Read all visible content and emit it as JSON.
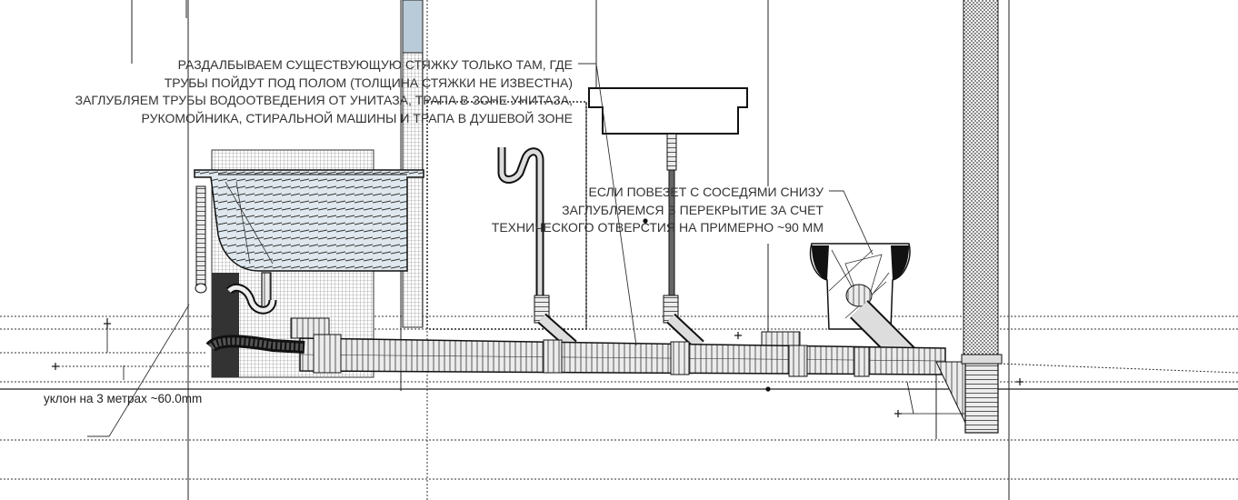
{
  "annotations": {
    "screed_note": {
      "lines": [
        "РАЗДАЛБЫВАЕМ СУЩЕСТВУЮЩУЮ СТЯЖКУ ТОЛЬКО ТАМ, ГДЕ",
        "ТРУБЫ ПОЙДУТ ПОД ПОЛОМ (ТОЛЩИНА СТЯЖКИ НЕ ИЗВЕСТНА)",
        "ЗАГЛУБЛЯЕМ ТРУБЫ ВОДООТВЕДЕНИЯ ОТ УНИТАЗА, ТРАПА В ЗОНЕ УНИТАЗА,",
        "РУКОМОЙНИКА, СТИРАЛЬНОЙ МАШИНЫ И ТРАПА В ДУШЕВОЙ ЗОНЕ"
      ]
    },
    "neighbors_note": {
      "lines": [
        "ЕСЛИ ПОВЕЗЕТ С СОСЕДЯМИ СНИЗУ",
        "ЗАГЛУБЛЯЕМСЯ В ПЕРЕКРЫТИЕ ЗА СЧЕТ",
        "ТЕХНИЧЕСКОГО ОТВЕРСТИЯ НА ПРИМЕРНО ~90 ММ"
      ]
    },
    "slope_note": "уклон на 3 метрах ~60.0mm"
  },
  "colors": {
    "line": "#222222",
    "pipe_fill": "#e8e8e8",
    "glass_tint": "#b9cbd8",
    "hatch": "#555555",
    "dark": "#1a1a1a"
  }
}
